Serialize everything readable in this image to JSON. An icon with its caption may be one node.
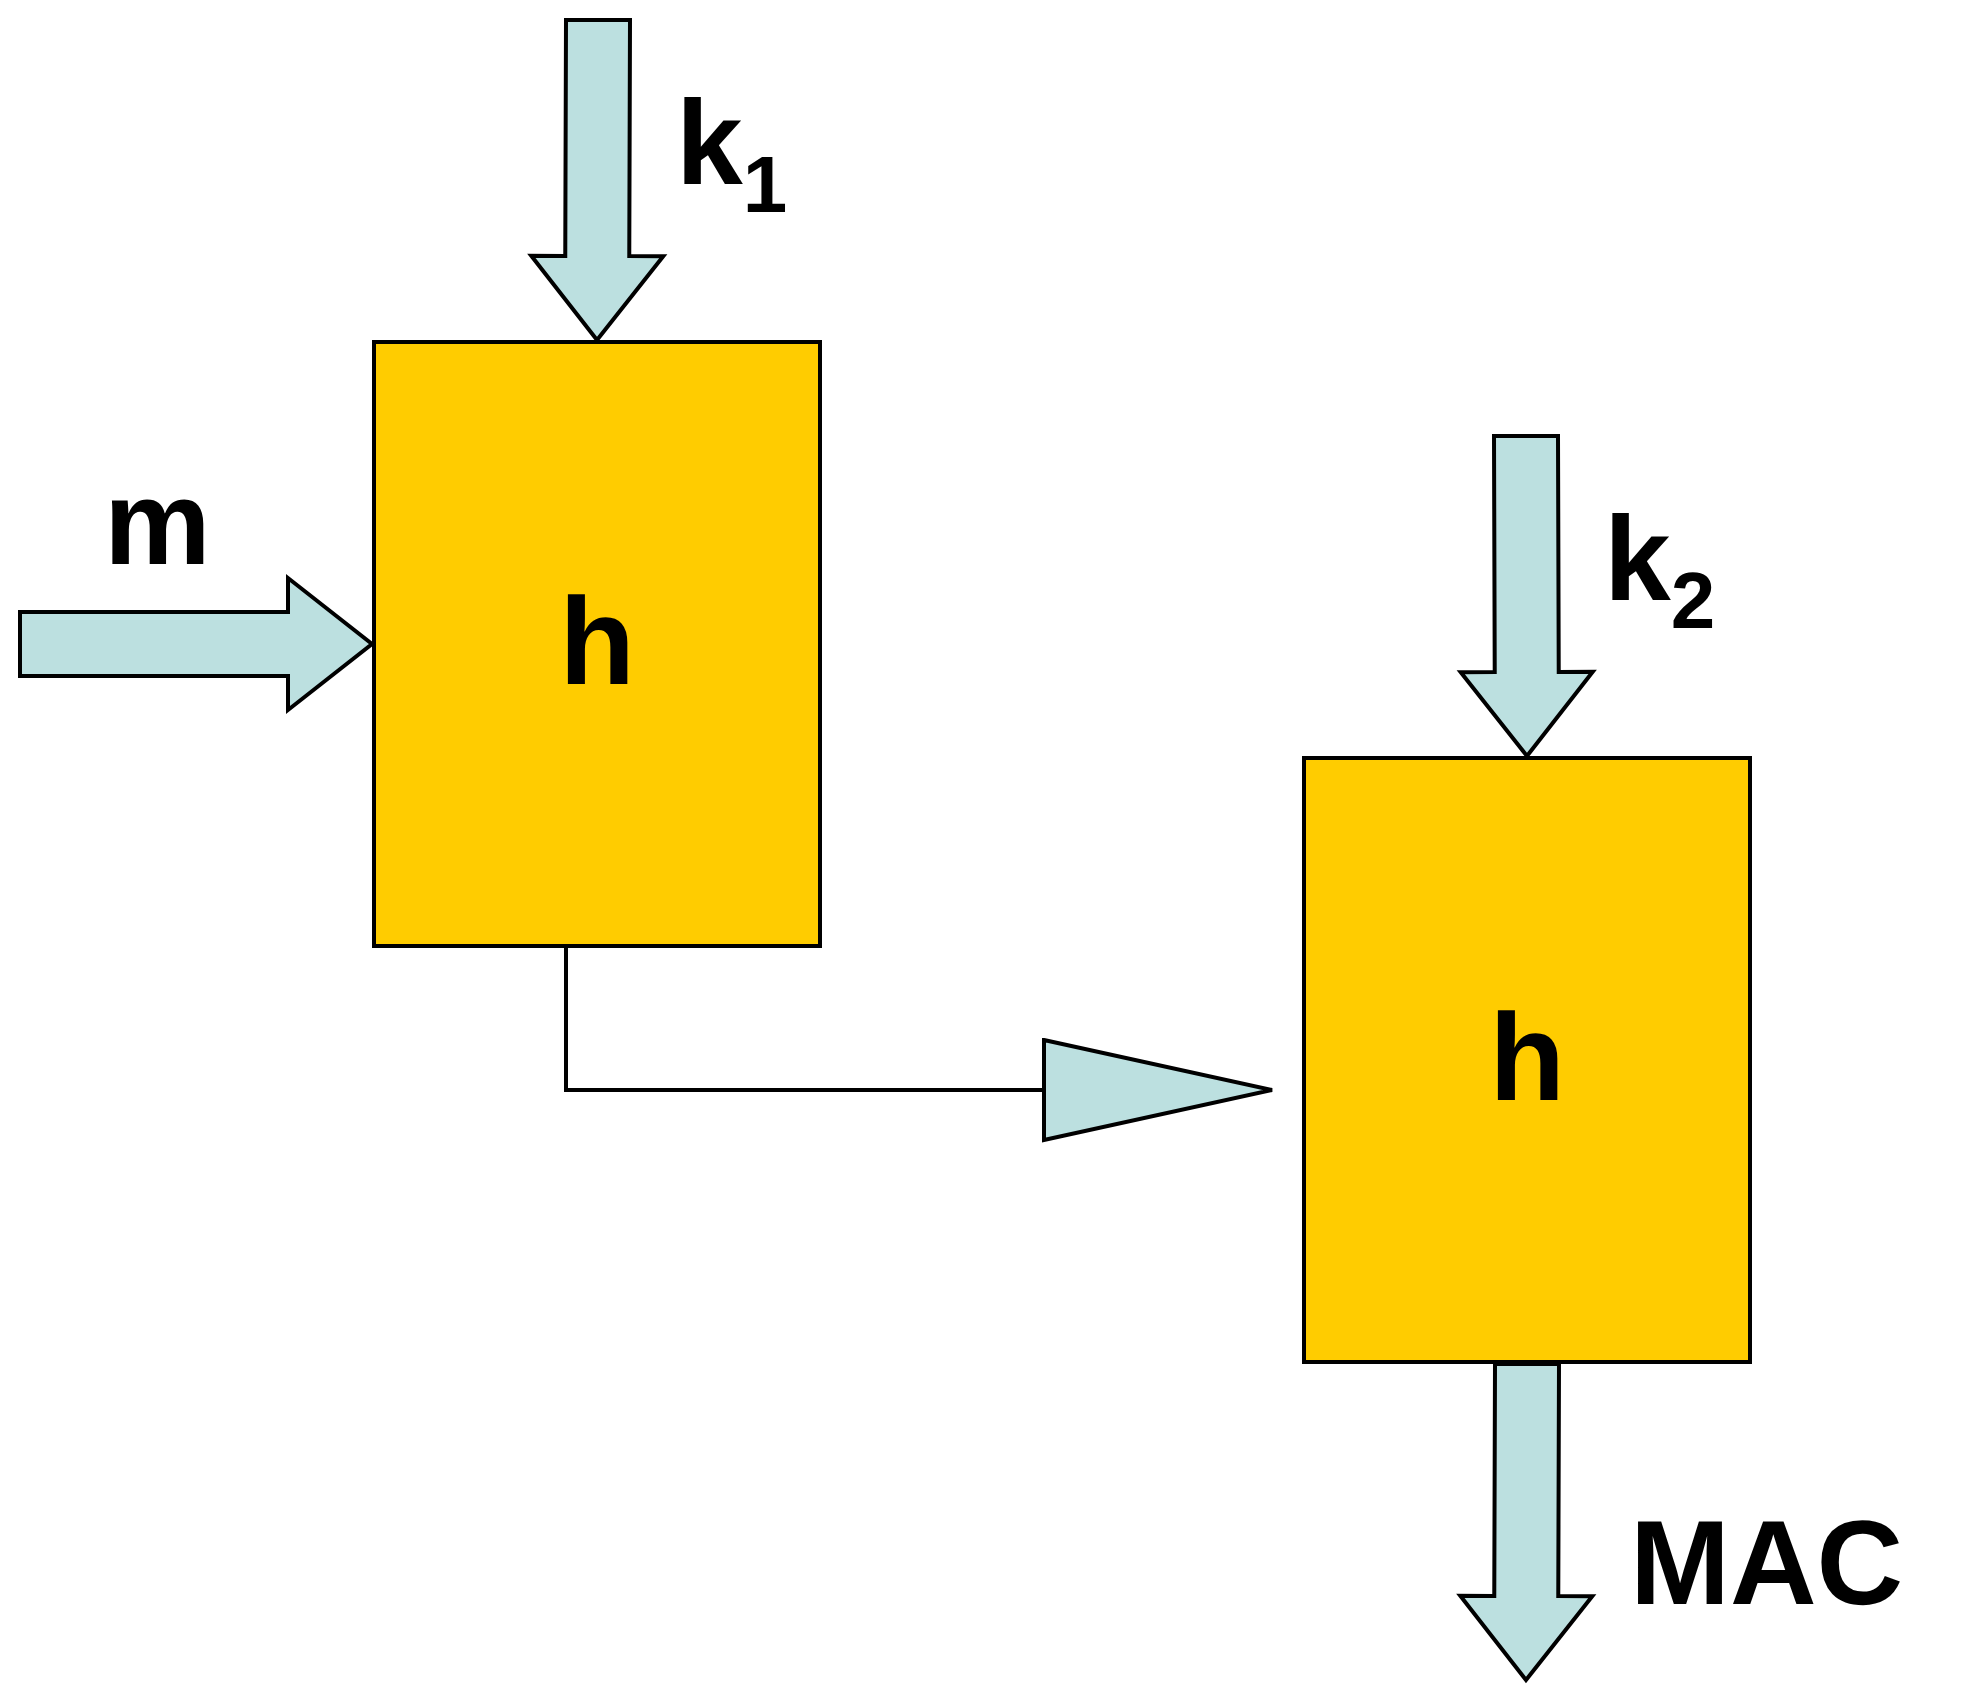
{
  "diagram": {
    "nodes": [
      {
        "text": [
          "h"
        ]
      },
      {
        "text": [
          "h"
        ]
      }
    ],
    "edges": [
      {
        "from": null,
        "to": 0,
        "arrow": "to",
        "label": "k$_{1}$",
        "style": "thick"
      },
      {
        "from": null,
        "to": 0,
        "arrow": "to",
        "label": "m",
        "style": "thick"
      },
      {
        "from": 0,
        "to": 1,
        "arrow": "to"
      },
      {
        "from": null,
        "to": 1,
        "arrow": "to",
        "label": "k$_{2}$",
        "style": "thick"
      },
      {
        "from": 1,
        "to": null,
        "arrow": "to",
        "label": "MAC",
        "style": "thick"
      }
    ]
  }
}
